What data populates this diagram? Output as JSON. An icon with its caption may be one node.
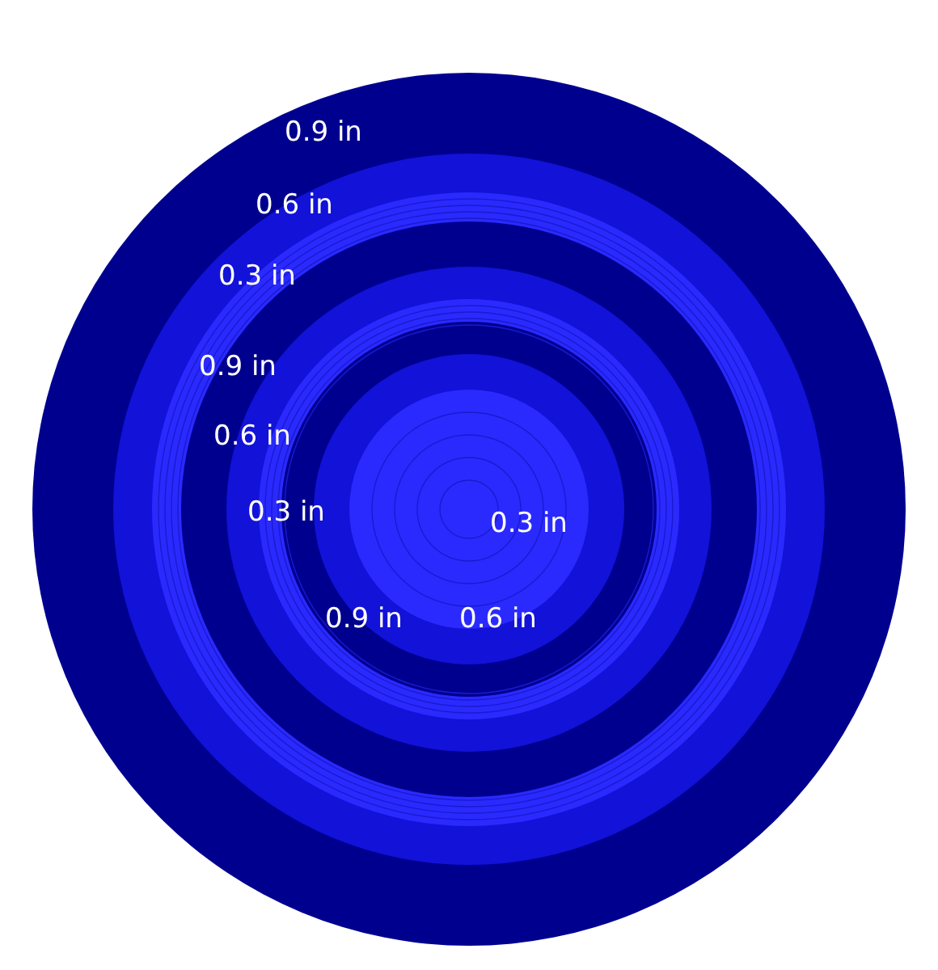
{
  "diagram": {
    "labels": [
      "0.9 in",
      "0.6 in",
      "0.3 in",
      "0.9 in",
      "0.6 in",
      "0.3 in",
      "0.3 in",
      "0.9 in",
      "0.6 in"
    ]
  }
}
